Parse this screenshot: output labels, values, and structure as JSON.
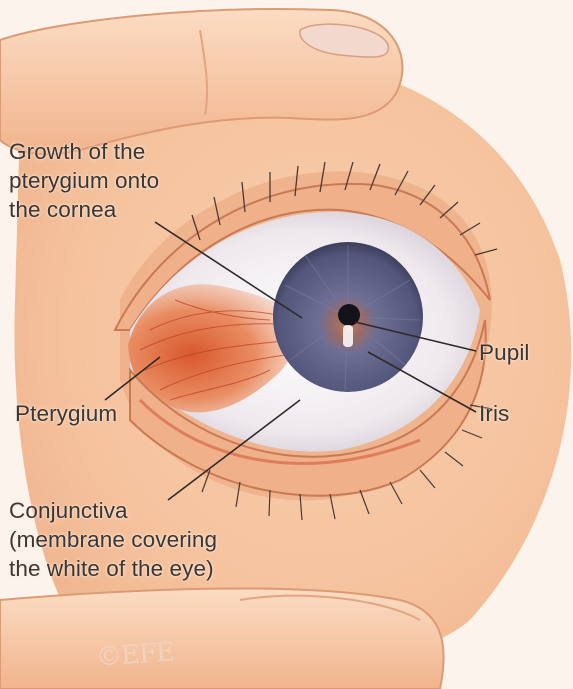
{
  "labels": {
    "growth": [
      "Growth of the",
      "pterygium onto",
      "the cornea"
    ],
    "pupil": "Pupil",
    "iris": "Iris",
    "pterygium": "Pterygium",
    "conjunctiva": [
      "Conjunctiva",
      "(membrane covering",
      "the white of the eye)"
    ]
  },
  "watermark": "©EFE",
  "colors": {
    "skin": "#f7c8a4",
    "skin_shadow": "#e49a72",
    "sclera": "#f4f1f3",
    "iris": "#5f5f82",
    "pterygium": "#d96a45",
    "leader_line": "#2e2a28"
  }
}
